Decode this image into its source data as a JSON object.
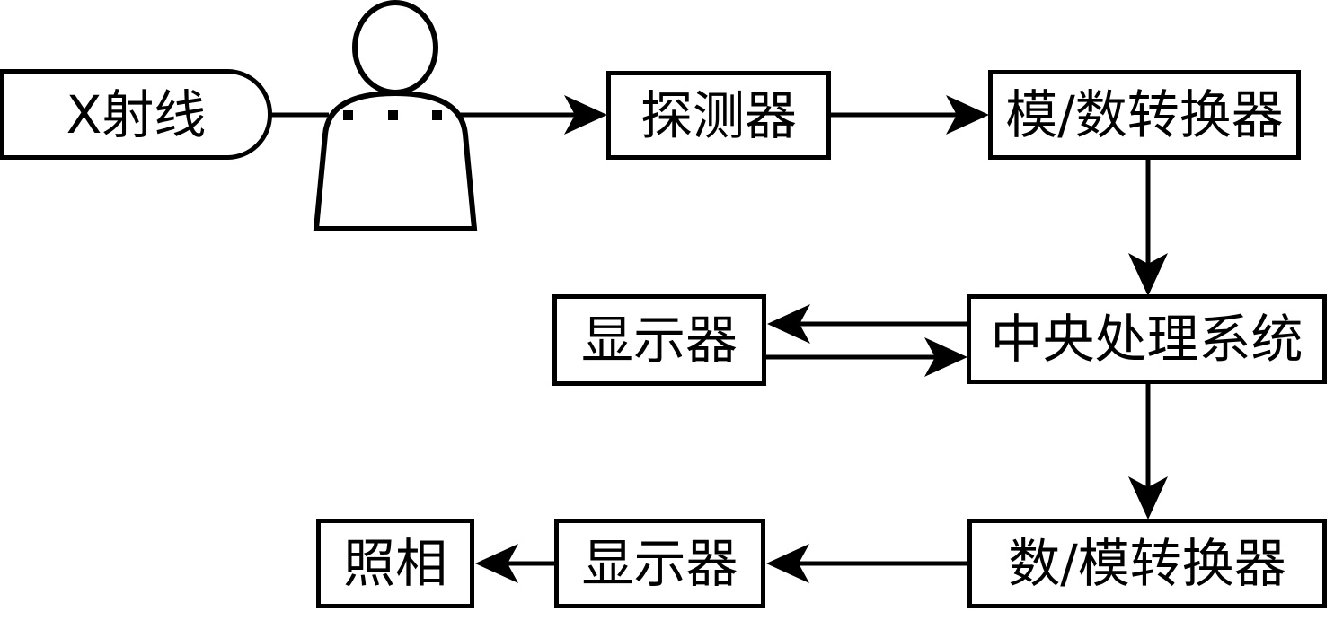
{
  "diagram": {
    "type": "flowchart",
    "description": "X-ray digital imaging system signal chain",
    "colors": {
      "background": "#ffffff",
      "line": "#000000",
      "node_fill": "#ffffff",
      "node_border": "#000000"
    },
    "nodes": [
      {
        "id": "xray",
        "label": "X射线",
        "shape": "capsule-right"
      },
      {
        "id": "patient",
        "label": "",
        "shape": "person-icon"
      },
      {
        "id": "detector",
        "label": "探测器",
        "shape": "rect"
      },
      {
        "id": "adc",
        "label": "模/数转换器",
        "shape": "rect"
      },
      {
        "id": "display-main",
        "label": "显示器",
        "shape": "rect"
      },
      {
        "id": "cpu",
        "label": "中央处理系统",
        "shape": "rect"
      },
      {
        "id": "dac",
        "label": "数/模转换器",
        "shape": "rect"
      },
      {
        "id": "display-output",
        "label": "显示器",
        "shape": "rect"
      },
      {
        "id": "photo",
        "label": "照相",
        "shape": "rect"
      }
    ],
    "edges": [
      {
        "from": "xray",
        "to": "patient",
        "arrow": false,
        "style": "solid-then-dotted-through-patient"
      },
      {
        "from": "patient",
        "to": "detector",
        "arrow": true
      },
      {
        "from": "detector",
        "to": "adc",
        "arrow": true
      },
      {
        "from": "adc",
        "to": "cpu",
        "arrow": true
      },
      {
        "from": "cpu",
        "to": "display-main",
        "arrow": true
      },
      {
        "from": "display-main",
        "to": "cpu",
        "arrow": true
      },
      {
        "from": "cpu",
        "to": "dac",
        "arrow": true
      },
      {
        "from": "dac",
        "to": "display-output",
        "arrow": true
      },
      {
        "from": "display-output",
        "to": "photo",
        "arrow": true
      }
    ]
  }
}
